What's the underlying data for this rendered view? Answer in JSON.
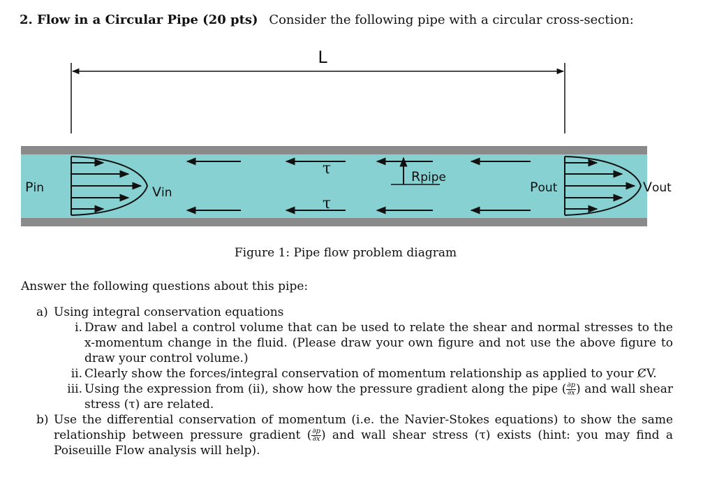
{
  "problem": {
    "title": "2. Flow in a Circular Pipe (20 pts)",
    "intro": "Consider the following pipe with a circular cross-section:"
  },
  "figure": {
    "length_label": "L",
    "p_in": "P",
    "p_in_sub": "in",
    "v_in": "V",
    "v_in_sub": "in",
    "tau": "τ",
    "r_pipe": "R",
    "r_pipe_sub": "pipe",
    "p_out": "P",
    "p_out_sub": "out",
    "v_out": "V",
    "v_out_sub": "out",
    "caption": "Figure 1: Pipe flow problem diagram",
    "colors": {
      "fluid": "#88d1d3",
      "wall": "#8a8a8a",
      "line": "#111111"
    }
  },
  "answer_intro": "Answer the following questions about this pipe:",
  "questions": {
    "a": {
      "label": "a)",
      "text": "Using integral conservation equations",
      "subs": [
        {
          "label": "i.",
          "text": "Draw and label a control volume that can be used to relate the shear and normal stresses to the x-momentum change in the fluid. (Please draw your own figure and not use the above figure to draw your control volume.)"
        },
        {
          "label": "ii.",
          "text": "Clearly show the forces/integral conservation of momentum relationship as applied to your C̸V."
        },
        {
          "label": "iii.",
          "text_before": "Using the expression from (ii), show how the pressure gradient along the pipe (",
          "text_after": ") and wall shear stress (τ) are related."
        }
      ]
    },
    "b": {
      "label": "b)",
      "text_before": "Use the differential conservation of momentum (i.e. the Navier-Stokes equations) to show the same relationship between pressure gradient (",
      "text_after": ") and wall shear stress (τ) exists (hint: you may find a Poiseuille Flow analysis will help)."
    },
    "frac_num": "∂p",
    "frac_den": "∂x"
  }
}
